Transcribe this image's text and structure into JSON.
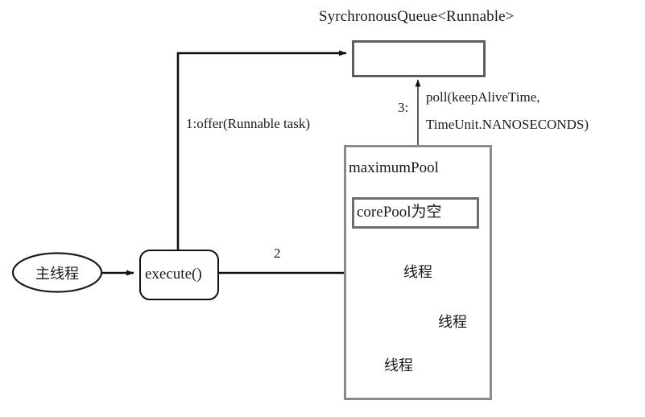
{
  "diagram": {
    "title": "SyrchronousQueue<Runnable>",
    "queue": {
      "label": "SyrchronousQueue<Runnable>",
      "contents": ""
    },
    "nodes": {
      "main_thread": "主线程",
      "execute": "execute()",
      "pool_title": "maximumPool",
      "core_pool": "corePool为空",
      "thread_1": "线程",
      "thread_2": "线程",
      "thread_3": "线程"
    },
    "edges": {
      "offer": "1:offer(Runnable task)",
      "step2": "2",
      "step3": "3:",
      "poll_line1": "poll(keepAliveTime,",
      "poll_line2": "TimeUnit.NANOSECONDS)"
    },
    "colors": {
      "stroke_dark": "#111111",
      "queue_border": "#5e5e5e",
      "pool_border": "#8a8a8a",
      "corepool_border": "#6d6d6d",
      "ellipse_border": "#4a4a4a",
      "background": "#ffffff"
    }
  }
}
